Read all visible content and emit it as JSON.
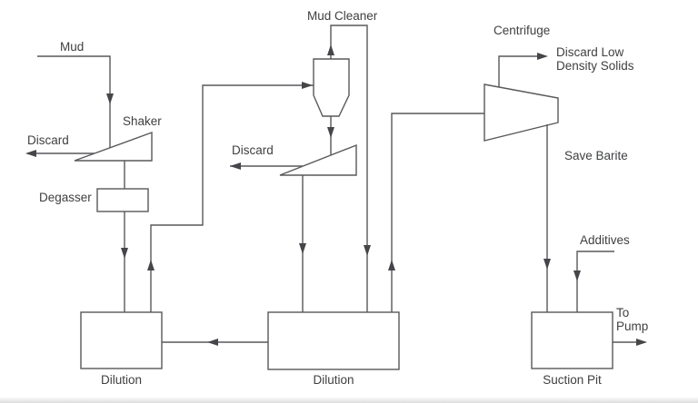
{
  "diagram": {
    "labels": {
      "mud": "Mud",
      "shaker": "Shaker",
      "discard_1": "Discard",
      "degasser": "Degasser",
      "dilution_1": "Dilution",
      "mud_cleaner": "Mud Cleaner",
      "discard_2": "Discard",
      "dilution_2": "Dilution",
      "centrifuge": "Centrifuge",
      "discard_low_line1": "Discard Low",
      "discard_low_line2": "Density Solids",
      "save_barite": "Save Barite",
      "additives": "Additives",
      "to_pump_line1": "To",
      "to_pump_line2": "Pump",
      "suction_pit": "Suction Pit"
    },
    "colors": {
      "line": "#58595b",
      "arrow": "#454649",
      "text": "#3e3f41",
      "background": "#ffffff"
    }
  }
}
